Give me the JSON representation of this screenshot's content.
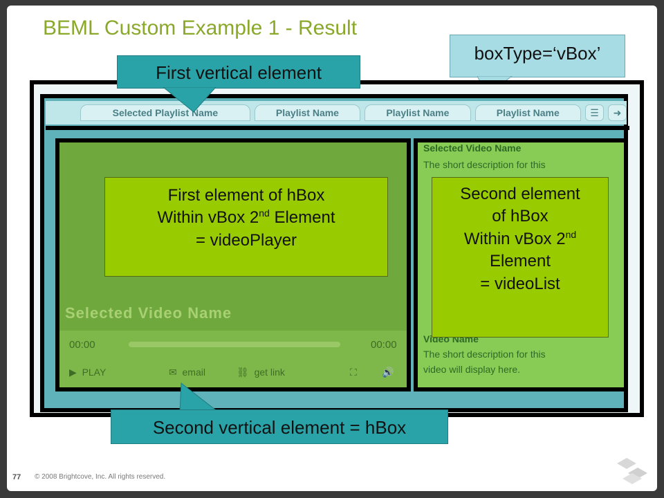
{
  "slide": {
    "title": "BEML Custom Example 1 - Result",
    "page_number": "77",
    "copyright": "© 2008 Brightcove, Inc. All rights reserved."
  },
  "callouts": {
    "box_type": "boxType=‘vBox’",
    "first_vertical": "First vertical element",
    "second_vertical": "Second vertical element = hBox"
  },
  "player": {
    "tabs": [
      "Selected Playlist Name",
      "Playlist Name",
      "Playlist Name",
      "Playlist Name"
    ],
    "video_title": "Selected Video Name",
    "time_start": "00:00",
    "time_end": "00:00",
    "play_label": "PLAY",
    "email_label": "email",
    "get_link_label": "get link",
    "list": {
      "item1_title": "Selected Video Name",
      "item1_desc": "The short description for this",
      "item2_title": "Video Name",
      "item2_desc1": "The short description for this",
      "item2_desc2": "video will display here."
    }
  },
  "boxes": {
    "first_line1": "First element of hBox",
    "first_line2_a": "Within vBox 2",
    "first_line2_sup": "nd",
    "first_line2_b": " Element",
    "first_line3": "= videoPlayer",
    "second_line1": "Second element",
    "second_line2": "of hBox",
    "second_line3_a": "Within vBox 2",
    "second_line3_sup": "nd",
    "second_line4": "Element",
    "second_line5": "= videoList"
  },
  "colors": {
    "title": "#8aa82a",
    "callout": "#a8dce4",
    "callout_teal": "#2aa3a8",
    "inner_box": "#99cc00"
  }
}
